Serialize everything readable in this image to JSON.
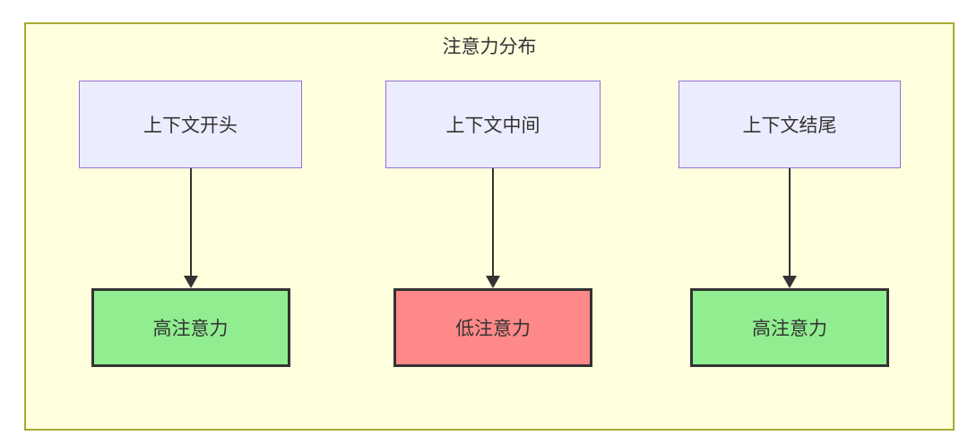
{
  "diagram": {
    "title": "注意力分布",
    "columns": [
      {
        "source": "上下文开头",
        "target": "高注意力",
        "attention_level": "high"
      },
      {
        "source": "上下文中间",
        "target": "低注意力",
        "attention_level": "low"
      },
      {
        "source": "上下文结尾",
        "target": "高注意力",
        "attention_level": "high"
      }
    ],
    "colors": {
      "frame_bg": "#ffffde",
      "frame_border": "#aaaa33",
      "source_bg": "#ECECFF",
      "source_border": "#9370DB",
      "high_bg": "#90EE90",
      "low_bg": "#FF8888",
      "target_border": "#333333",
      "text": "#333333",
      "arrow": "#333333"
    }
  }
}
